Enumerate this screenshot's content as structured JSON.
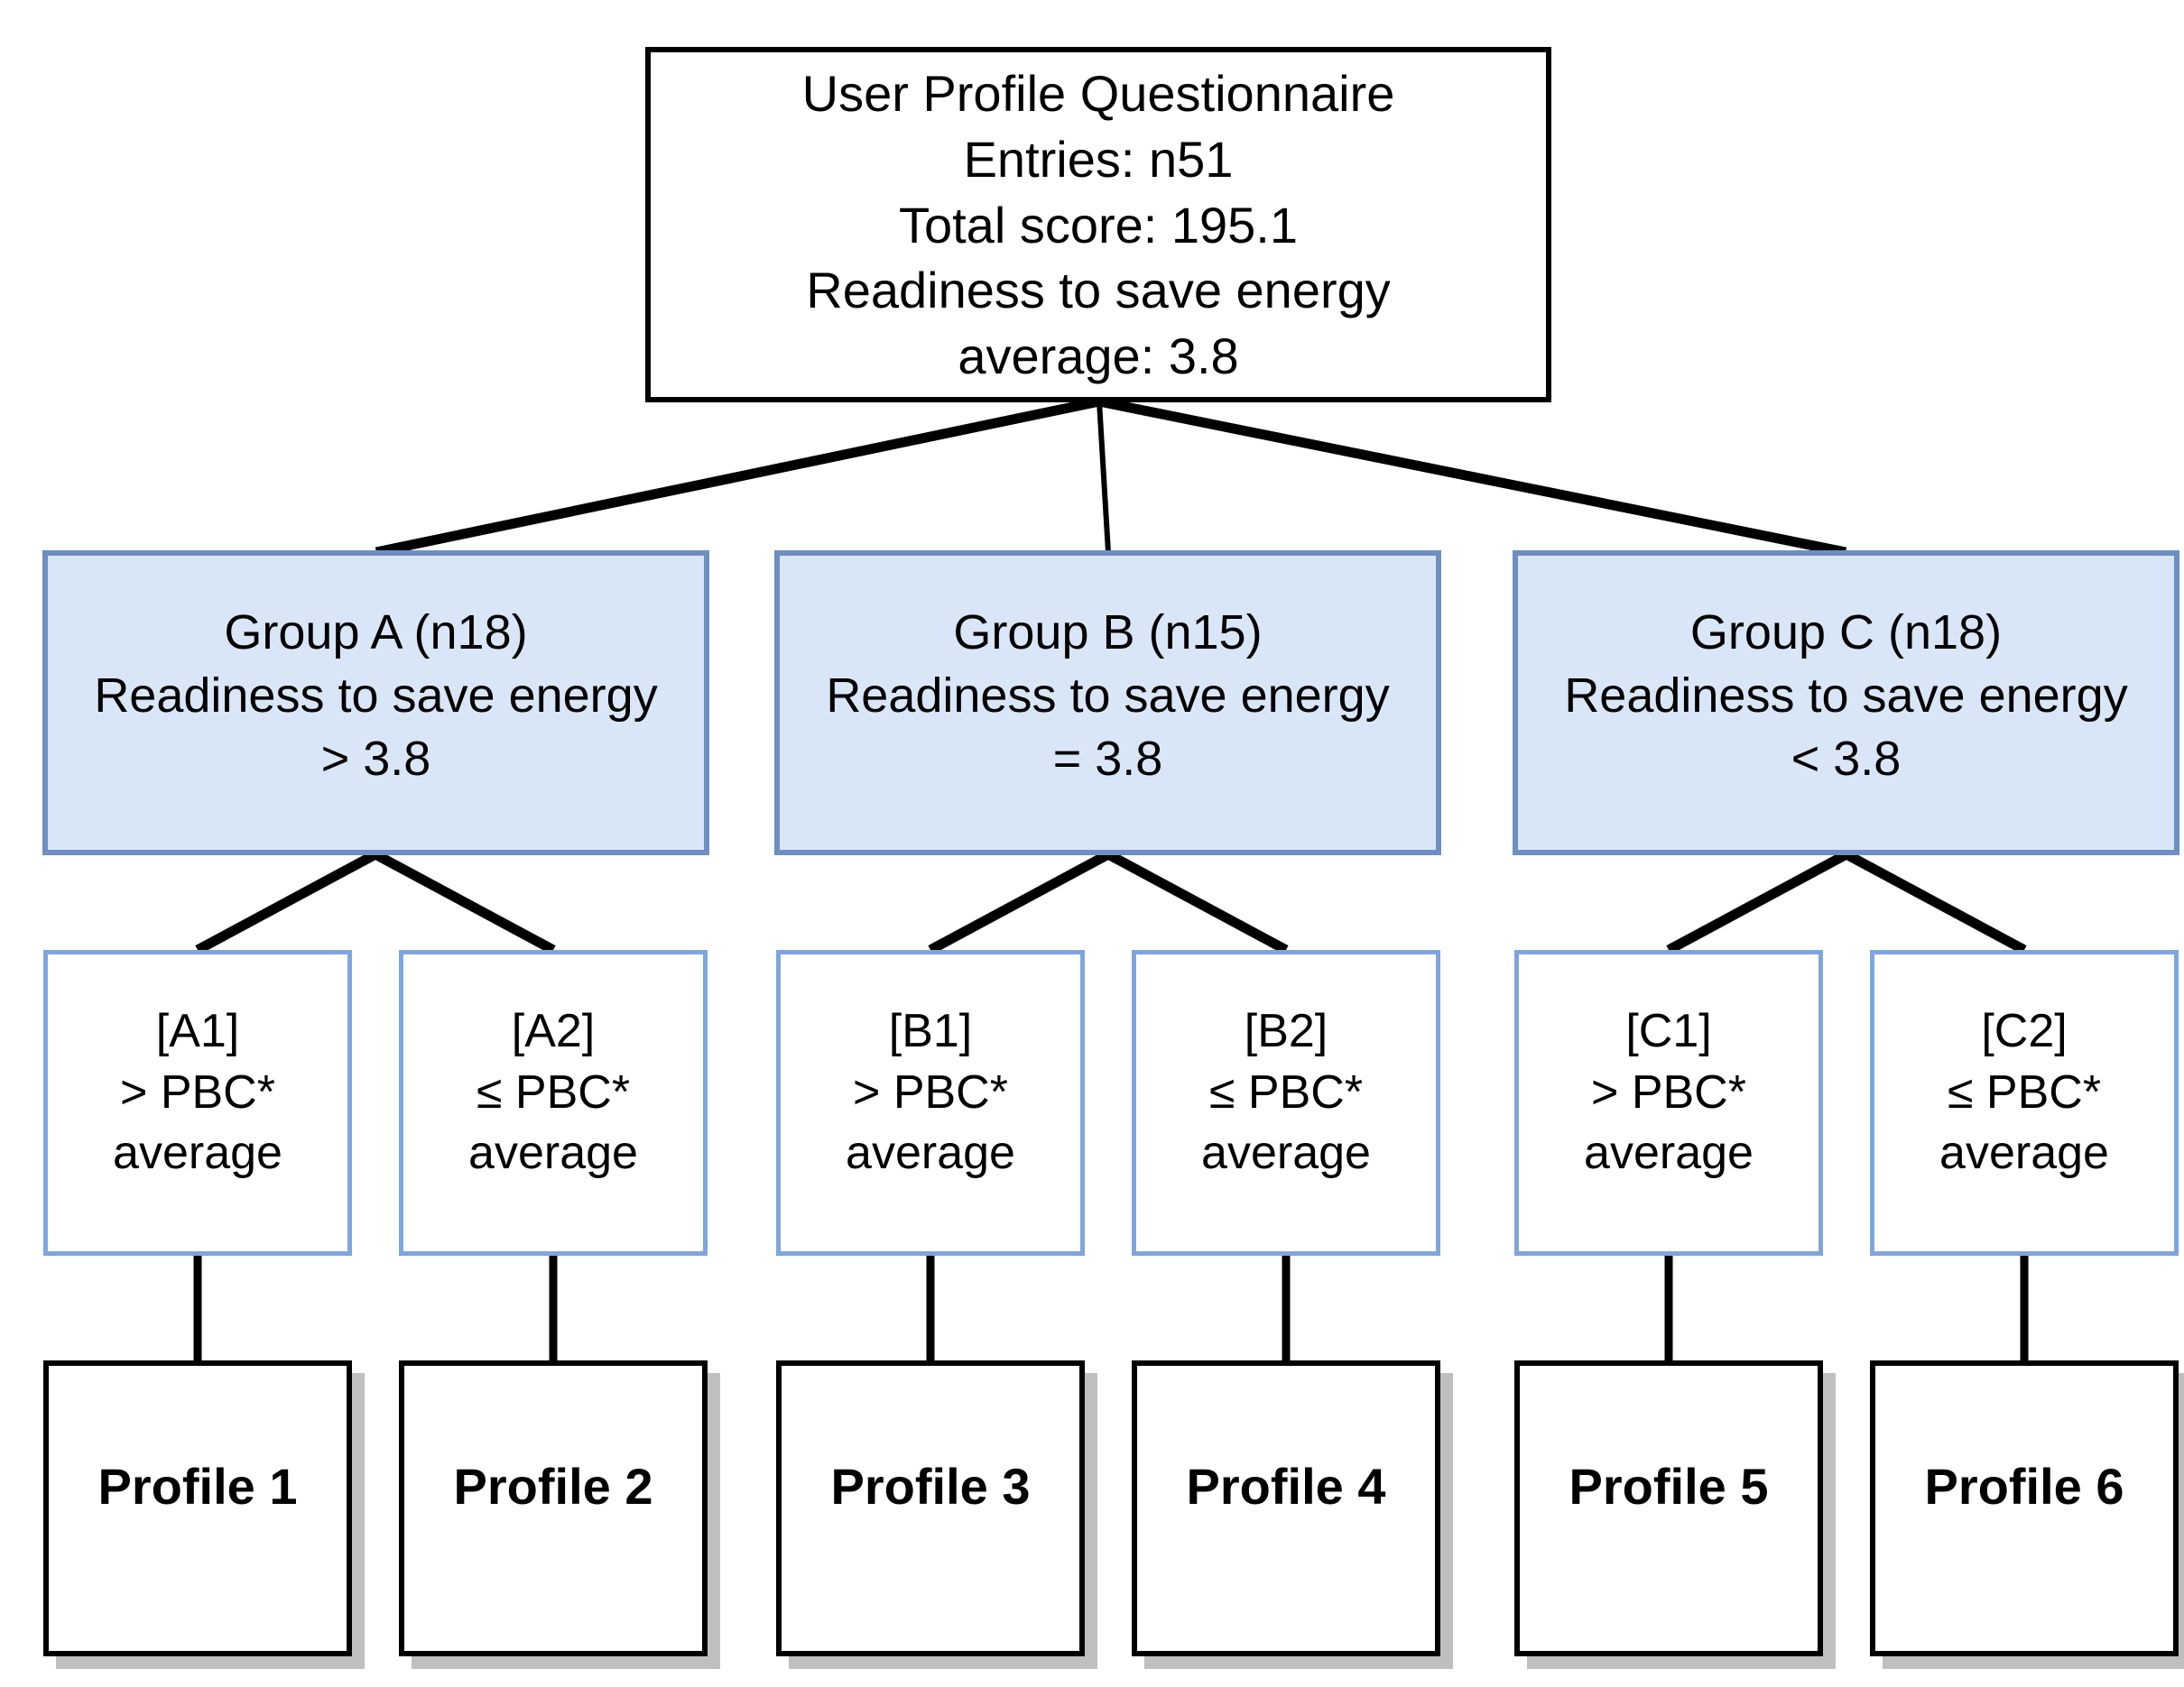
{
  "diagram": {
    "title": "User Profile Questionnaire segmentation tree",
    "colors": {
      "group_fill": "#d9e6f7",
      "group_border": "#6e8fc0",
      "criterion_border": "#7fa5dd",
      "profile_border": "#000000",
      "profile_shadow": "#bfbfbf",
      "edge": "#000000",
      "background": "#ffffff"
    },
    "root": {
      "lines": [
        "User Profile Questionnaire",
        "Entries: n51",
        "Total score: 195.1",
        "Readiness to save energy",
        "average: 3.8"
      ]
    },
    "groups": [
      {
        "id": "group-a",
        "lines": [
          "Group A (n18)",
          "Readiness to save energy",
          "> 3.8"
        ]
      },
      {
        "id": "group-b",
        "lines": [
          "Group B (n15)",
          "Readiness to save energy",
          "= 3.8"
        ]
      },
      {
        "id": "group-c",
        "lines": [
          "Group C (n18)",
          "Readiness to save energy",
          "< 3.8"
        ]
      }
    ],
    "criteria": [
      {
        "id": "crit-a1",
        "lines": [
          "[A1]",
          "> PBC*",
          "average"
        ]
      },
      {
        "id": "crit-a2",
        "lines": [
          "[A2]",
          "≤ PBC*",
          "average"
        ]
      },
      {
        "id": "crit-b1",
        "lines": [
          "[B1]",
          "> PBC*",
          "average"
        ]
      },
      {
        "id": "crit-b2",
        "lines": [
          "[B2]",
          "≤ PBC*",
          "average"
        ]
      },
      {
        "id": "crit-c1",
        "lines": [
          "[C1]",
          "> PBC*",
          "average"
        ]
      },
      {
        "id": "crit-c2",
        "lines": [
          "[C2]",
          "≤ PBC*",
          "average"
        ]
      }
    ],
    "profiles": [
      {
        "id": "profile-1",
        "label": "Profile 1"
      },
      {
        "id": "profile-2",
        "label": "Profile 2"
      },
      {
        "id": "profile-3",
        "label": "Profile 3"
      },
      {
        "id": "profile-4",
        "label": "Profile 4"
      },
      {
        "id": "profile-5",
        "label": "Profile 5"
      },
      {
        "id": "profile-6",
        "label": "Profile 6"
      }
    ]
  }
}
